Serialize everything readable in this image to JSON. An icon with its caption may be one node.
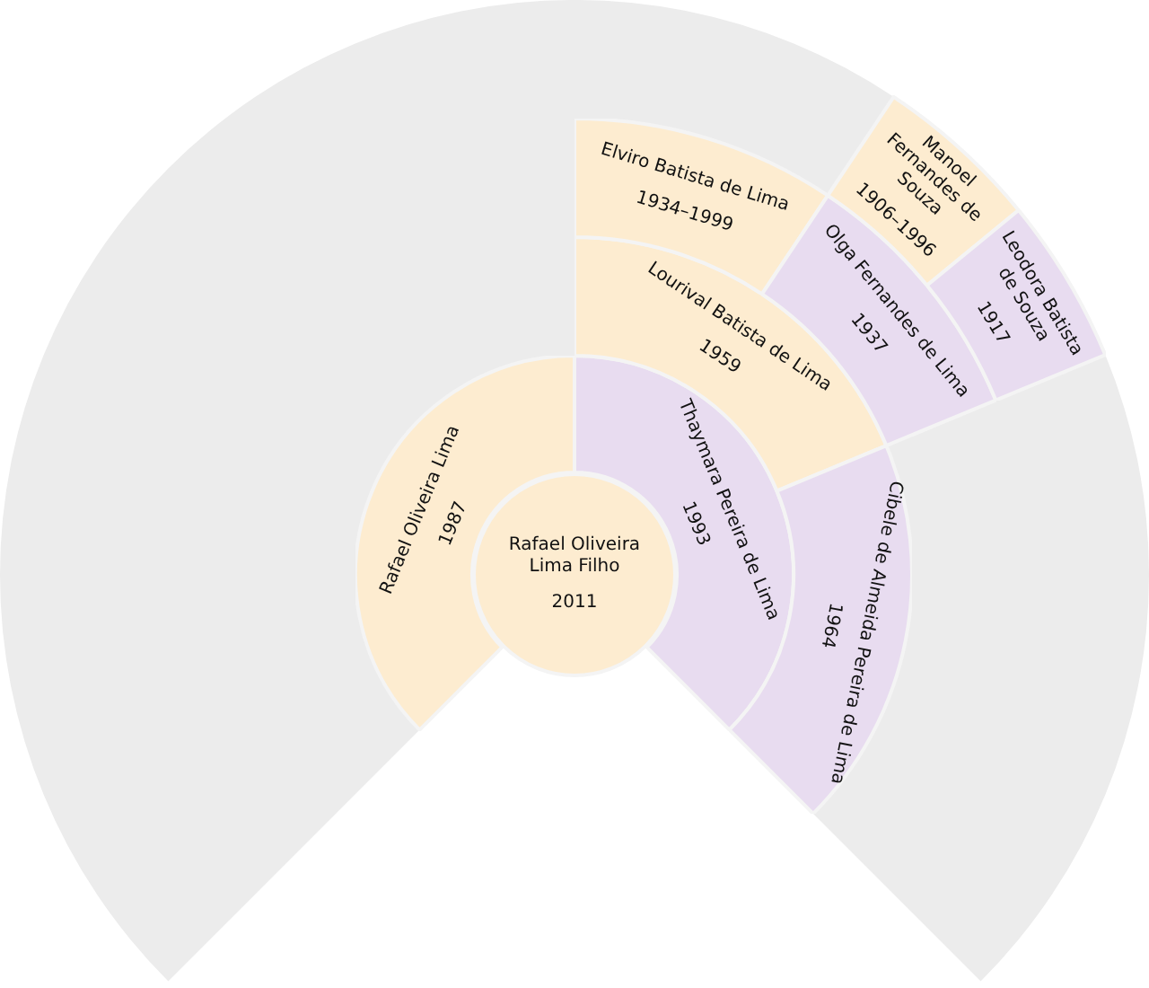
{
  "diagram": {
    "nodes": [
      {
        "text": [
          "Rafael Oliveira Lima Filho",
          "2011"
        ]
      },
      {
        "text": [
          "Rafael Oliveira Lima",
          "1987"
        ]
      },
      {
        "text": [
          "Thaymara Pereira de Lima",
          "1993"
        ]
      },
      {
        "text": [
          "Lourival Batista de Lima",
          "1959"
        ]
      },
      {
        "text": [
          "Cibele de Almeida Pereira de Lima",
          "1964"
        ]
      },
      {
        "text": [
          "Elviro Batista de Lima",
          "1934–1999"
        ]
      },
      {
        "text": [
          "Olga Fernandes de Lima",
          "1937"
        ]
      },
      {
        "text": [
          "Manoel Fernandes de Souza",
          "1906–1996"
        ]
      },
      {
        "text": [
          "Leodora Batista de Souza",
          "1917"
        ]
      }
    ]
  }
}
